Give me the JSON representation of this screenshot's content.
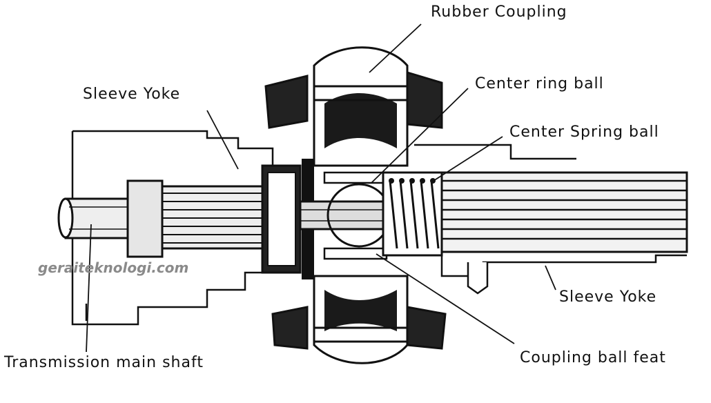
{
  "labels": {
    "rubber_coupling": "Rubber Coupling",
    "sleeve_yoke_top": "Sleeve Yoke",
    "center_ring_ball": "Center ring ball",
    "center_spring_ball": "Center Spring ball",
    "sleeve_yoke_bottom": "Sleeve Yoke",
    "transmission_main_shaft": "Transmission main shaft",
    "coupling_ball_feat": "Coupling ball feat"
  },
  "watermark": "geraiteknologi.com"
}
